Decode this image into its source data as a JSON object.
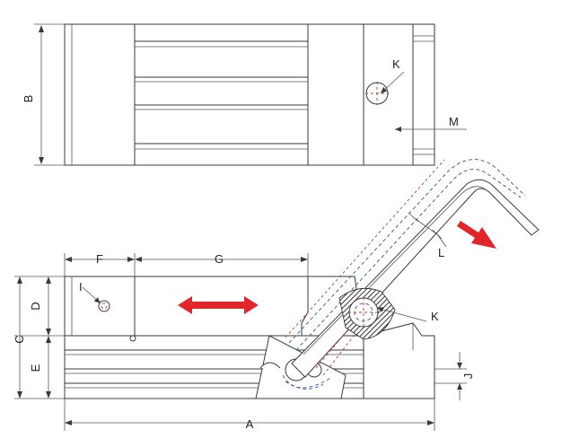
{
  "labels": {
    "A": "A",
    "B": "B",
    "C": "C",
    "D": "D",
    "E": "E",
    "F": "F",
    "G": "G",
    "I": "I",
    "J": "J",
    "K_top": "K",
    "K_side": "K",
    "L": "L",
    "M": "M"
  },
  "colors": {
    "line": "#3a3a3a",
    "arrow": "#e0262b",
    "hidden_line_blue": "#3b4ea8",
    "hidden_line_red": "#c0392b"
  }
}
